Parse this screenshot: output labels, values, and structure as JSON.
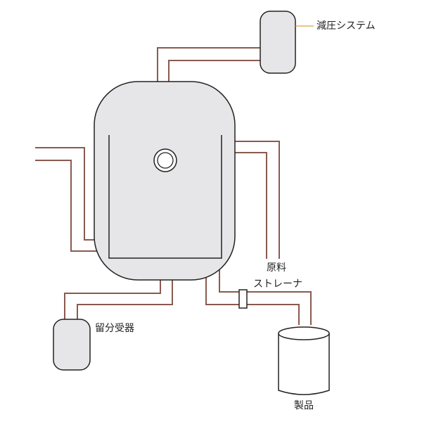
{
  "labels": {
    "vacuum_system": "減圧システム",
    "raw_material": "原料",
    "strainer": "ストレーナ",
    "distillate_receiver": "留分受器",
    "product": "製品"
  },
  "colors": {
    "pipe": "#8a5a4f",
    "vessel_fill": "#e6e6e8",
    "outline": "#222222",
    "leader_line": "#d9a441",
    "background": "#ffffff"
  }
}
